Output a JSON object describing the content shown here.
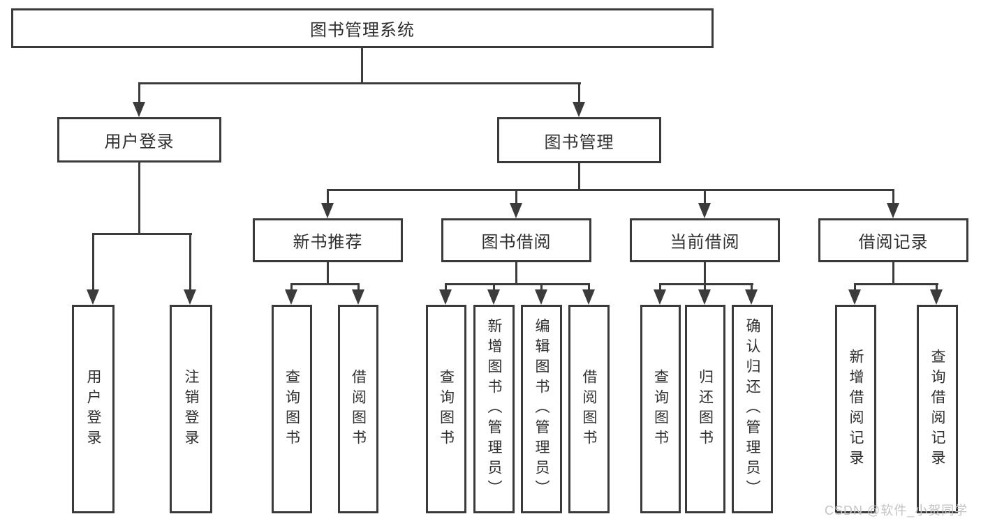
{
  "colors": {
    "line": "#3b3b3b",
    "border": "#3a3a3a",
    "text": "#2f2f2f",
    "watermark": "#c3c3c3",
    "background": "#ffffff"
  },
  "root": {
    "label": "图书管理系统"
  },
  "level2": [
    {
      "label": "用户登录"
    },
    {
      "label": "图书管理"
    }
  ],
  "level3": [
    {
      "label": "新书推荐"
    },
    {
      "label": "图书借阅"
    },
    {
      "label": "当前借阅"
    },
    {
      "label": "借阅记录"
    }
  ],
  "leaves": [
    {
      "label": "用户登录"
    },
    {
      "label": "注销登录"
    },
    {
      "label": "查询图书"
    },
    {
      "label": "借阅图书"
    },
    {
      "label": "查询图书"
    },
    {
      "label": "新增图书（管理员）"
    },
    {
      "label": "编辑图书（管理员）"
    },
    {
      "label": "借阅图书"
    },
    {
      "label": "查询图书"
    },
    {
      "label": "归还图书"
    },
    {
      "label": "确认归还（管理员）"
    },
    {
      "label": "新增借阅记录"
    },
    {
      "label": "查询借阅记录"
    }
  ],
  "watermark": "CSDN @软件_小贺同学"
}
